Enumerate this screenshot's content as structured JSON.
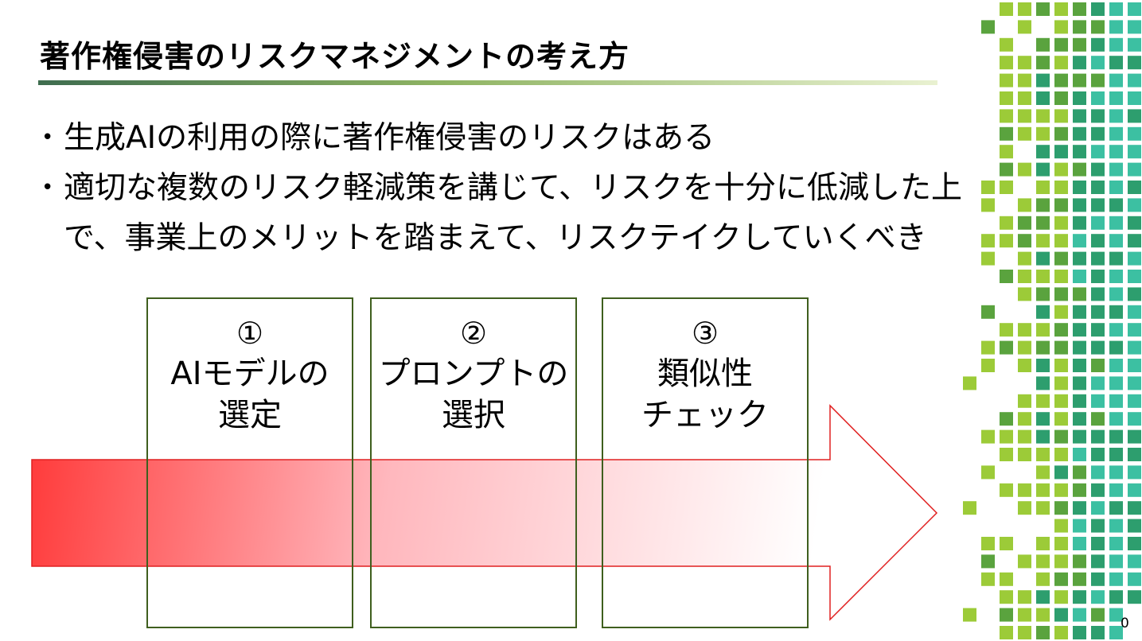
{
  "slide": {
    "title": "著作権侵害のリスクマネジメントの考え方",
    "bullets": [
      "生成AIの利用の際に著作権侵害のリスクはある",
      "適切な複数のリスク軽減策を講じて、リスクを十分に低減した上で、事業上のメリットを踏まえて、リスクテイクしていくべき"
    ],
    "bullet_symbol": "•",
    "steps": [
      {
        "number": "①",
        "label": "AIモデルの\n選定"
      },
      {
        "number": "②",
        "label": "プロンプトの\n選択"
      },
      {
        "number": "③",
        "label": "類似性\nチェック"
      }
    ],
    "page_number": "0"
  },
  "colors": {
    "arrow_start": "#ff4040",
    "arrow_mid": "#ffc4c8",
    "arrow_outline": "#e02020",
    "box_border": "#3f5f1e",
    "mosaic": [
      "#9ccb38",
      "#5aa33e",
      "#2d9e6e",
      "#3cc0a2"
    ]
  }
}
